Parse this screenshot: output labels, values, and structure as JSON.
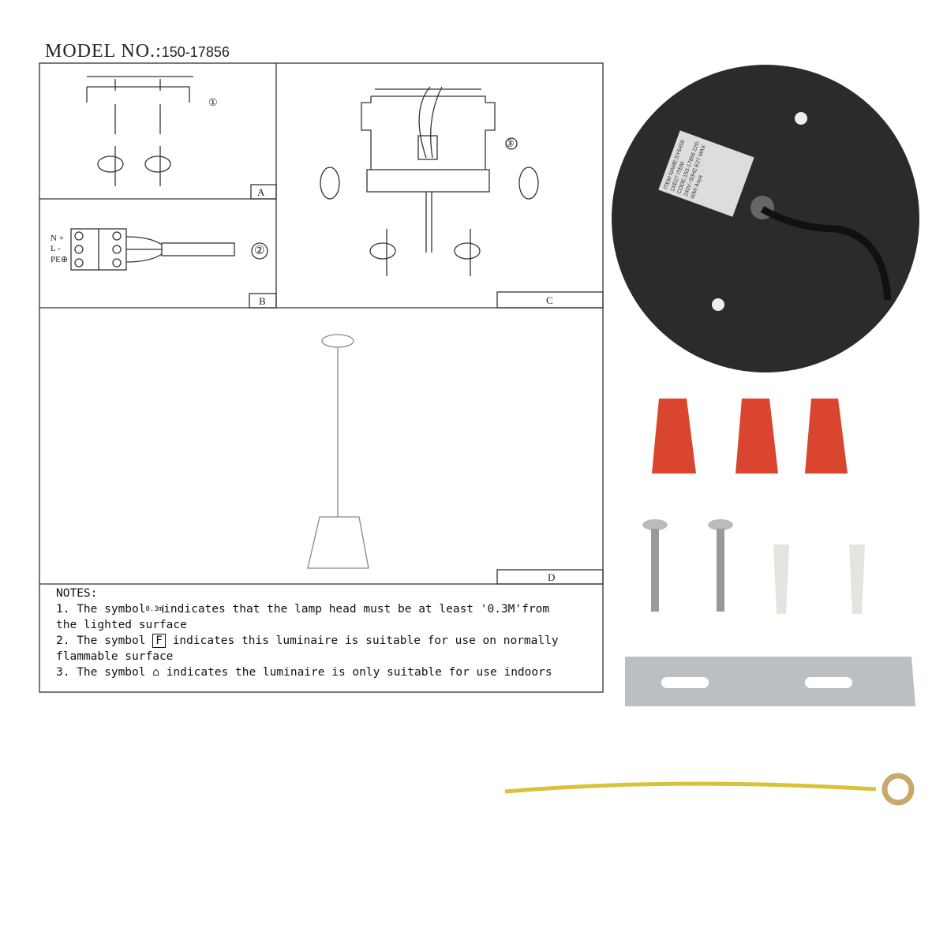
{
  "header": {
    "model_label": "MODEL NO.:",
    "model_number": "150-17856"
  },
  "panels": {
    "a": "A",
    "b": "B",
    "c": "C",
    "d": "D"
  },
  "steps": {
    "one": "①",
    "two": "②",
    "three": "③"
  },
  "wiring": {
    "n": "N +",
    "l": "L -",
    "pe": "PE⊕"
  },
  "notes": {
    "title": "NOTES:",
    "line1a": "1. The symbol",
    "symbol1": "0.3m",
    "line1b": "indicates that the lamp head must be at least '0.3M'from",
    "line1c": "the lighted surface",
    "line2a": "2. The symbol",
    "symbol2": "F",
    "line2b": "indicates this luminaire is suitable for use on normally",
    "line2c": "flammable surface",
    "line3a": "3. The symbol",
    "line3b": "indicates the luminaire is only suitable for use indoors"
  },
  "ceiling_rose_label": "ITEM NAME:SY6459 1XE27 ITEM CODE:150-17856 220-240V~50HZ E27 MAX 40W Asya",
  "colors": {
    "rose": "#2b2b2b",
    "wire_nut": "#d9452f",
    "wire": "#d9c23a",
    "bracket": "#b9bfc3"
  }
}
